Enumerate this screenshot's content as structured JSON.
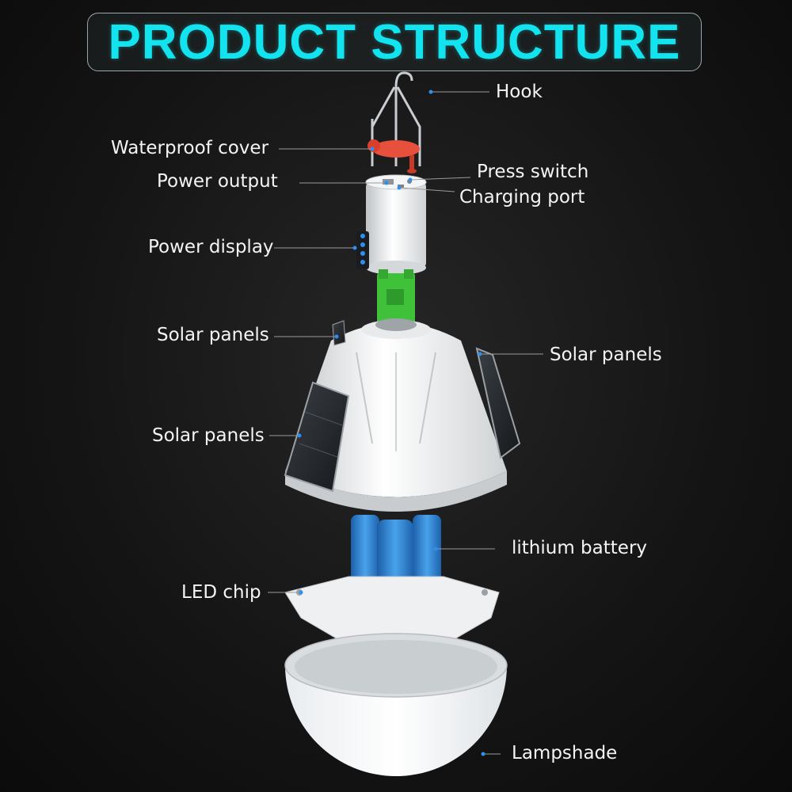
{
  "title": "PRODUCT STRUCTURE",
  "colors": {
    "title": "#12e3ef",
    "background": "#141414",
    "leader_dot": "#2f8ff0",
    "leader_line": "#9a9a9a",
    "battery": "#2a86d6",
    "pcb": "#3fc23a",
    "cover": "#e6503c"
  },
  "labels": {
    "hook": "Hook",
    "waterproof_cover": "Waterproof cover",
    "power_output": "Power output",
    "press_switch": "Press switch",
    "charging_port": "Charging port",
    "power_display": "Power display",
    "solar_panels_top": "Solar panels",
    "solar_panels_right": "Solar panels",
    "solar_panels_left": "Solar panels",
    "lithium_battery": "lithium battery",
    "led_chip": "LED chip",
    "lampshade": "Lampshade"
  }
}
